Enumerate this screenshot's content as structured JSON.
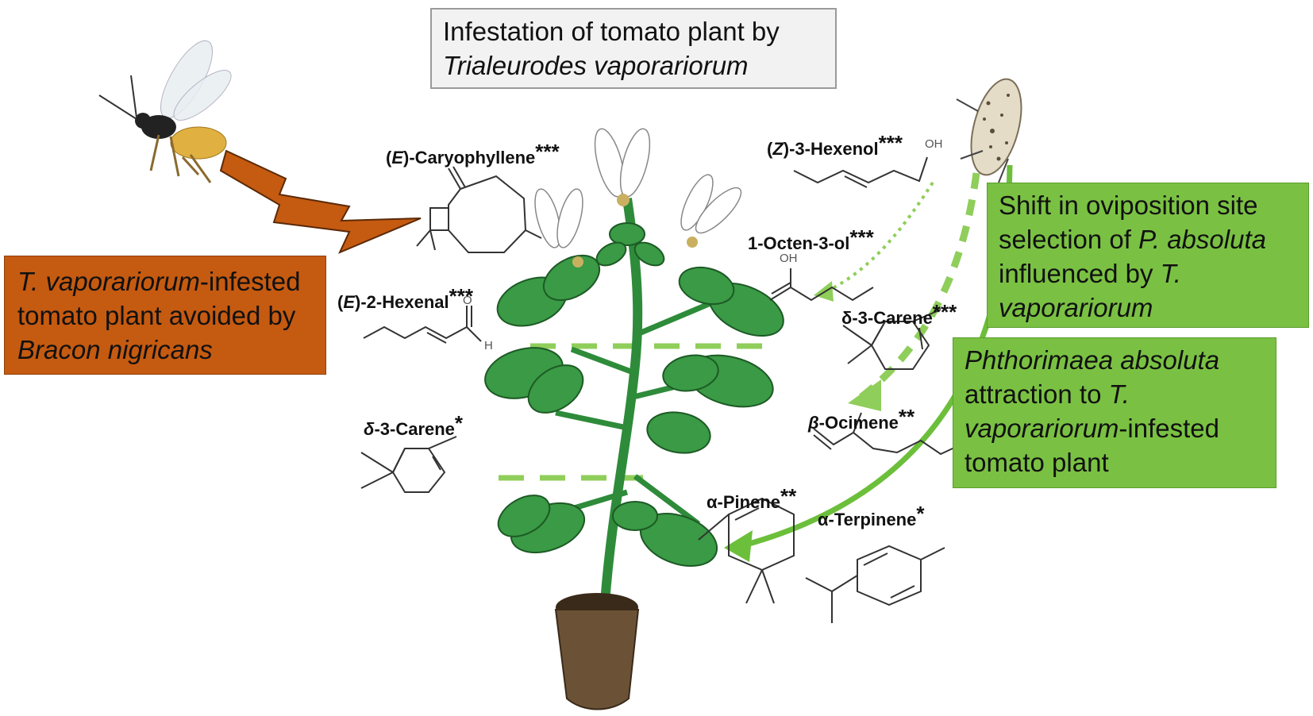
{
  "title": {
    "line1": "Infestation of tomato plant by",
    "line2_italic": "Trialeurodes vaporariorum"
  },
  "orange_box": {
    "line1_italic": "T. vaporariorum",
    "line1_rest": "-infested",
    "line2": "tomato plant avoided by",
    "line3_italic": "Bracon nigricans",
    "color": "#c55a11"
  },
  "green_box_1": {
    "line1": "Shift in oviposition site",
    "line2_plain": "selection of ",
    "line2_italic": "P. absoluta",
    "line3_plain": "influenced by ",
    "line3_italic": "T.",
    "line4_italic": "vaporariorum",
    "color": "#7ac143"
  },
  "green_box_2": {
    "line1_italic": "Phthorimaea absoluta",
    "line2_plain": "attraction to ",
    "line2_italic": "T.",
    "line3_italic": "vaporariorum",
    "line3_rest": "-infested",
    "line4": "tomato plant",
    "color": "#7ac143"
  },
  "compounds": [
    {
      "prefix": "(",
      "italic": "E",
      "name": ")-Caryophyllene",
      "stars": "***"
    },
    {
      "prefix": "(",
      "italic": "E",
      "name": ")-2-Hexenal",
      "stars": "***"
    },
    {
      "prefix": "",
      "italic": "δ",
      "name": "-3-Carene",
      "stars": "*"
    },
    {
      "prefix": "(",
      "italic": "Z",
      "name": ")-3-Hexenol",
      "stars": "***"
    },
    {
      "prefix": "",
      "italic": "",
      "name": "1-Octen-3-ol",
      "stars": "***"
    },
    {
      "prefix": "",
      "italic": "",
      "name": "δ-3-Carene",
      "stars": "***"
    },
    {
      "prefix": "",
      "italic": "β",
      "name": "-Ocimene",
      "stars": "**"
    },
    {
      "prefix": "",
      "italic": "",
      "name": "α-Pinene",
      "stars": "**"
    },
    {
      "prefix": "",
      "italic": "",
      "name": "α-Terpinene",
      "stars": "*"
    }
  ],
  "atom_labels": {
    "hexenol_oh": "OH",
    "octenol_oh": "OH",
    "hexenal_o": "O",
    "hexenal_h": "H"
  },
  "icons": [
    "wasp-icon",
    "moth-icon",
    "whitefly-icon",
    "tomato-plant-icon",
    "lightning-arrow-icon"
  ],
  "colors": {
    "dashed_green": "#8fce5a",
    "solid_green": "#6cbf3a",
    "plant_green": "#2e8b3a",
    "pot_brown": "#6b5236"
  }
}
